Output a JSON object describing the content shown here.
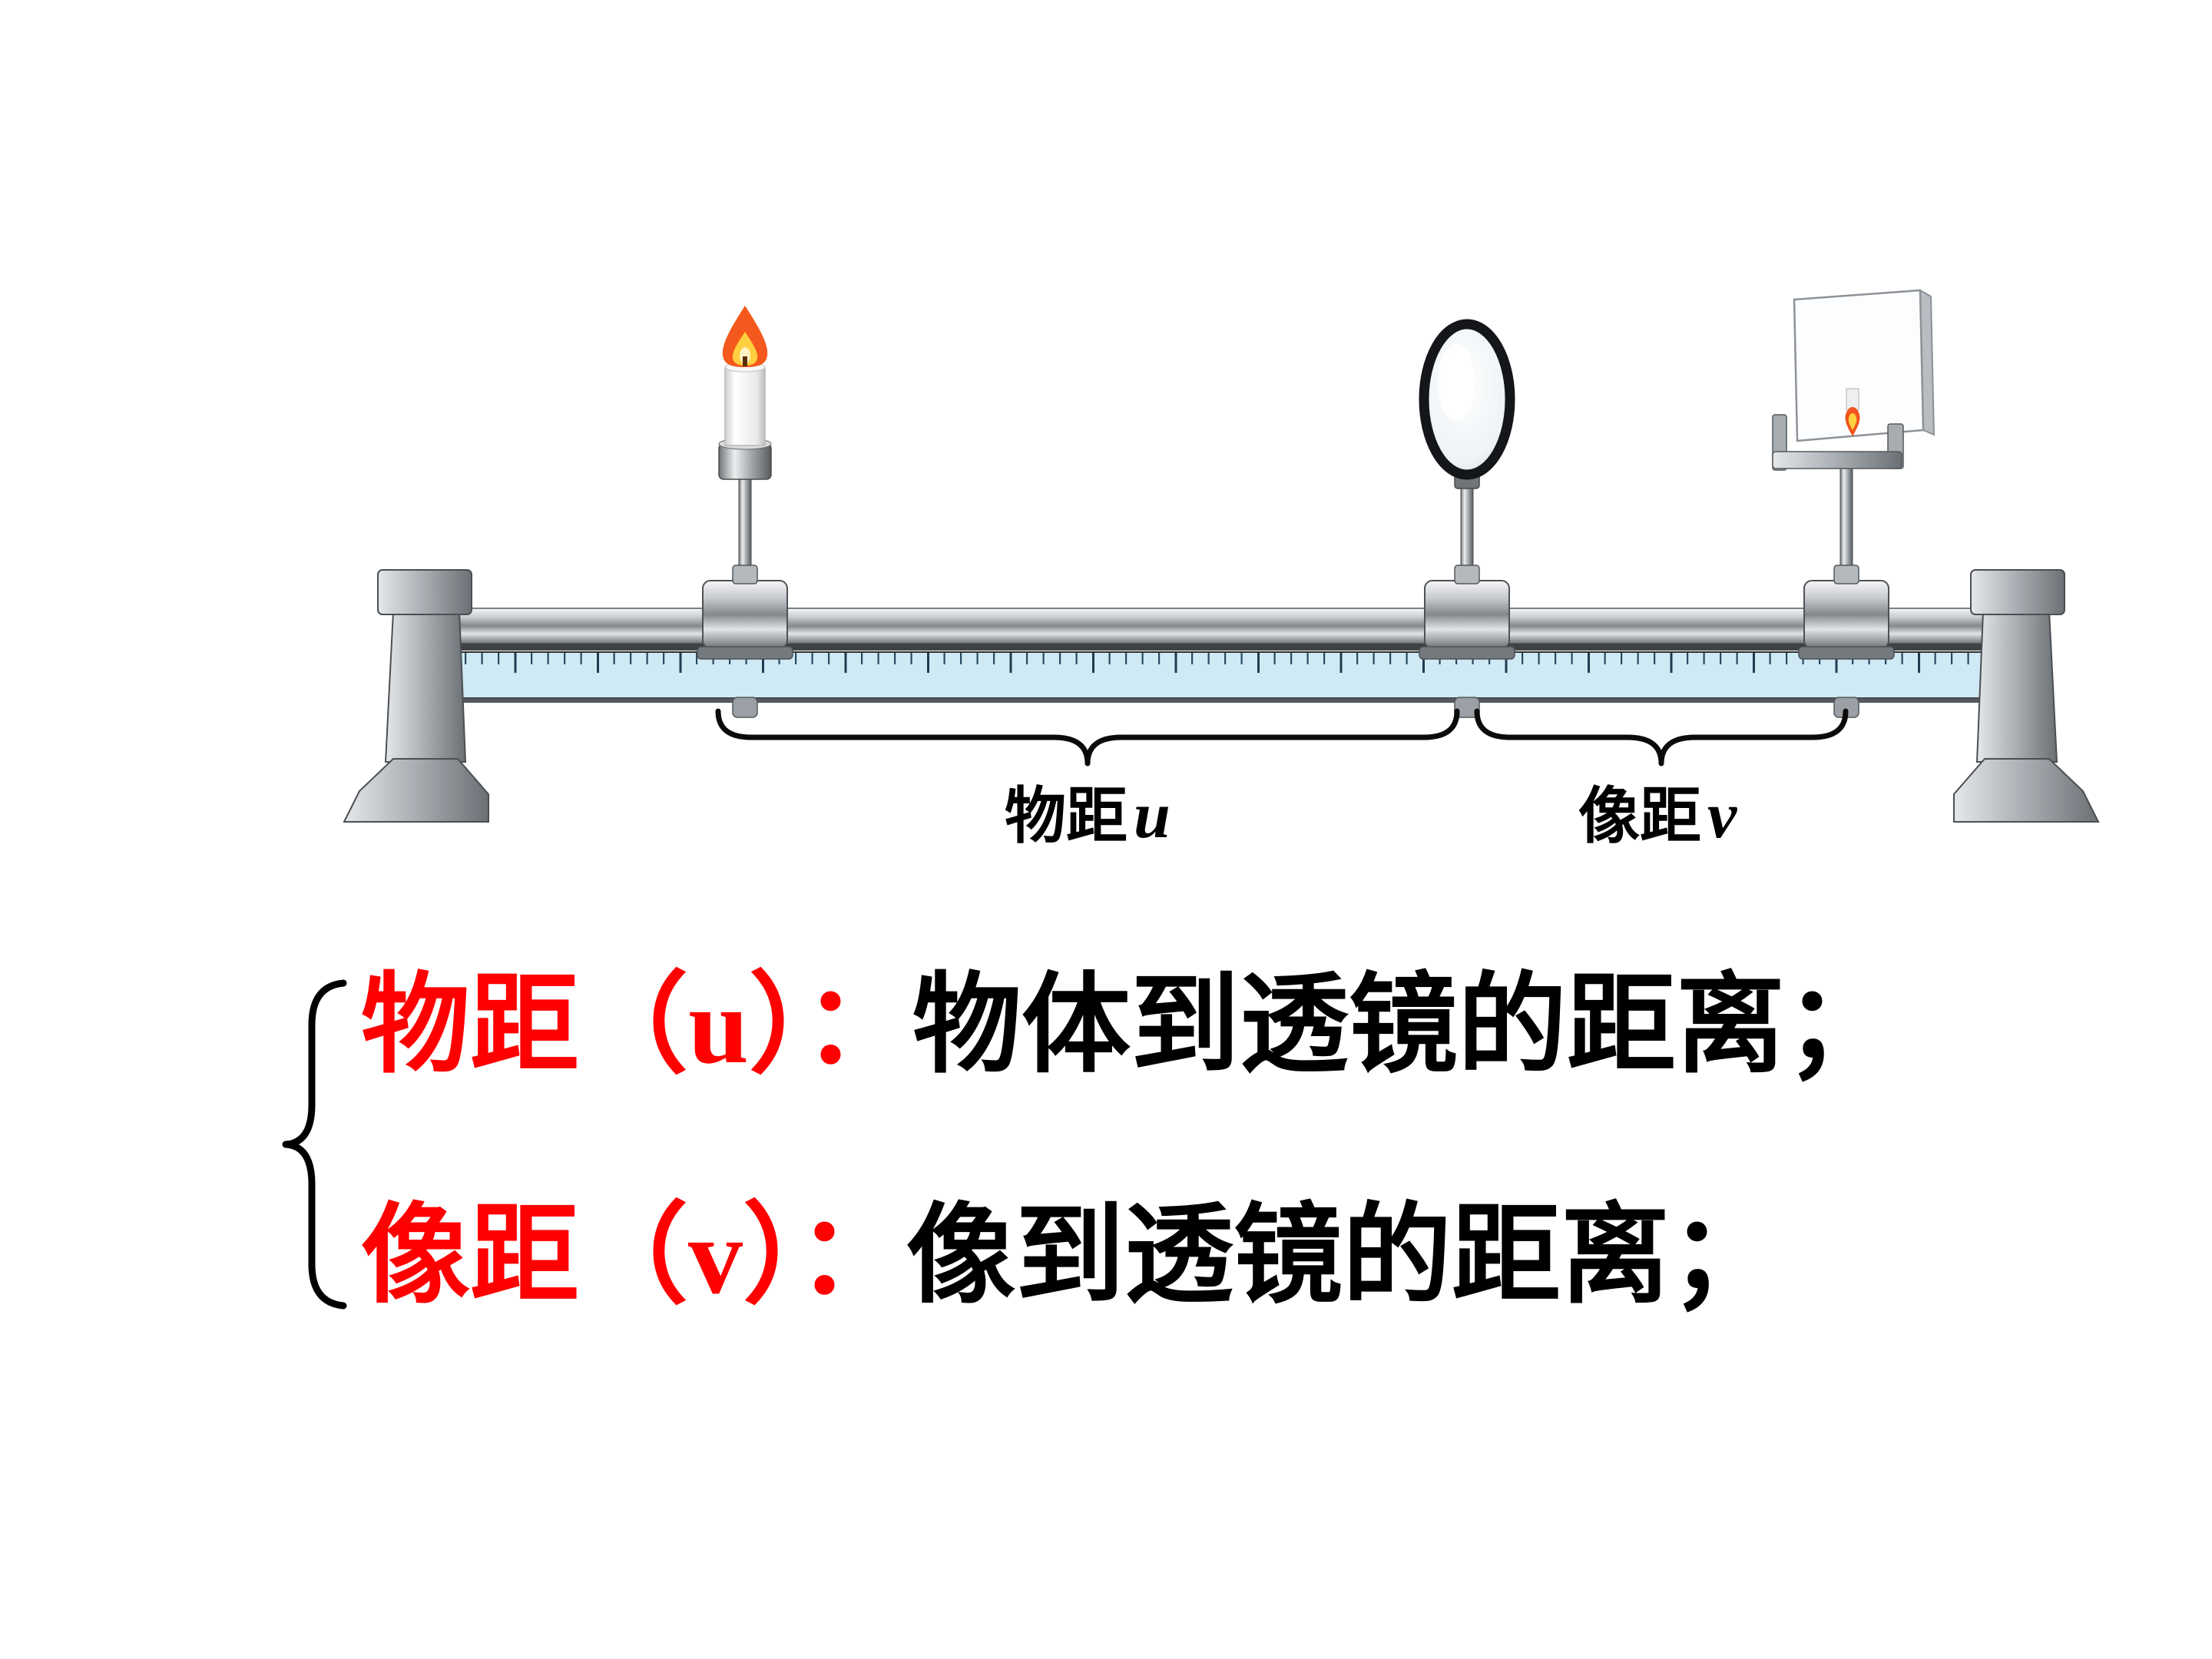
{
  "slide": {
    "background_color": "#ffffff"
  },
  "diagram": {
    "apparatus_icons": {
      "candle": "candle-with-flame",
      "lens": "convex-lens",
      "screen": "imaging-screen-with-inverted-candle-image",
      "bench": "optical-bench-with-ruler"
    },
    "labels": {
      "object_distance_cjk": "物距",
      "object_distance_var": "u",
      "image_distance_cjk": "像距",
      "image_distance_var": "v"
    }
  },
  "definitions": {
    "items": [
      {
        "term": "物距（u）：",
        "definition": "物体到透镜的距离；"
      },
      {
        "term": "像距（v）：",
        "definition": "像到透镜的距离；"
      }
    ]
  },
  "colors": {
    "term_red": "#ff0000",
    "text_black": "#000000",
    "ruler_blue": "#cfeaf4",
    "flame_orange": "#f4581c",
    "metal_gray": "#9aa0a6"
  }
}
